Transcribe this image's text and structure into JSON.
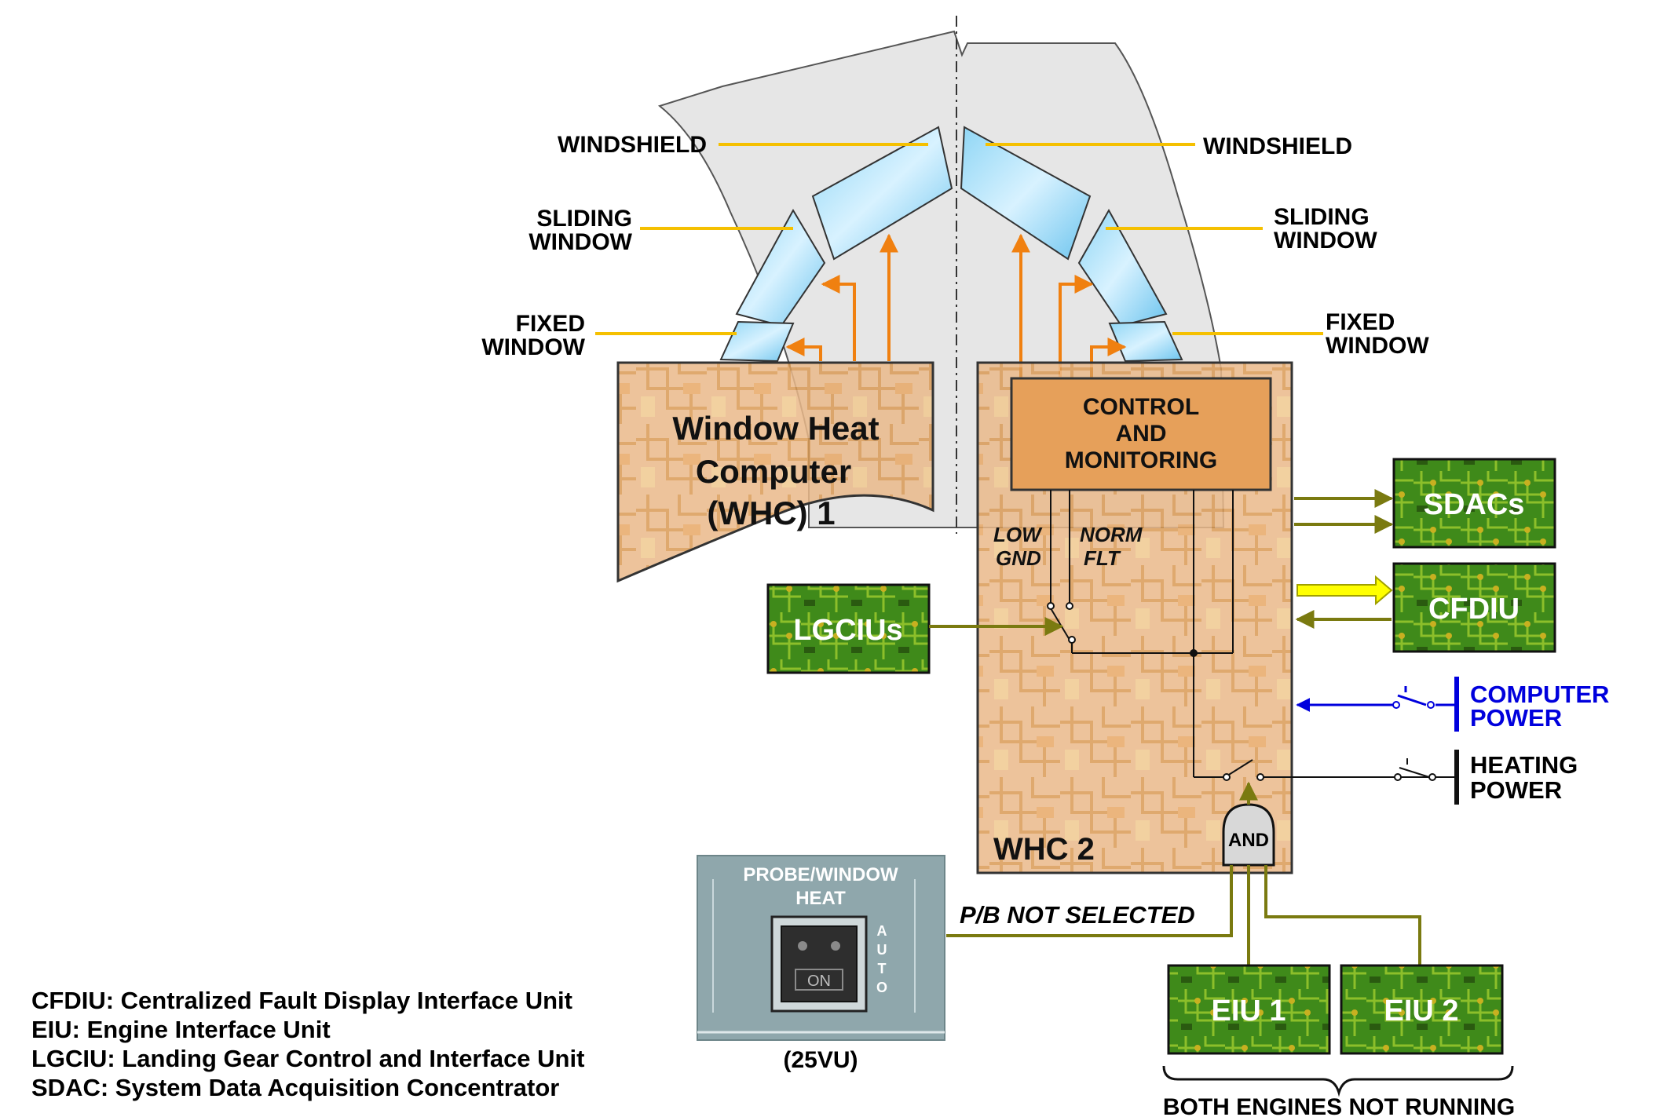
{
  "window_labels": {
    "windshield_left": "WINDSHIELD",
    "windshield_right": "WINDSHIELD",
    "sliding_left": [
      "SLIDING",
      "WINDOW"
    ],
    "sliding_right": [
      "SLIDING",
      "WINDOW"
    ],
    "fixed_left": [
      "FIXED",
      "WINDOW"
    ],
    "fixed_right": [
      "FIXED",
      "WINDOW"
    ]
  },
  "whc1": {
    "title": [
      "Window Heat",
      "Computer",
      "(WHC) 1"
    ]
  },
  "whc2": {
    "title": "WHC 2",
    "control_block": [
      "CONTROL",
      "AND",
      "MONITORING"
    ],
    "switch_labels": {
      "low": "LOW",
      "gnd": "GND",
      "norm": "NORM",
      "flt": "FLT"
    }
  },
  "modules": {
    "sdacs": "SDACs",
    "cfdiu": "CFDIU",
    "lgcius": "LGCIUs",
    "eiu1": "EIU 1",
    "eiu2": "EIU 2"
  },
  "power": {
    "computer": [
      "COMPUTER",
      "POWER"
    ],
    "heating": [
      "HEATING",
      "POWER"
    ]
  },
  "and_gate": "AND",
  "panel": {
    "title": [
      "PROBE/WINDOW",
      "HEAT"
    ],
    "button": "ON",
    "auto": [
      "A",
      "U",
      "T",
      "O"
    ],
    "caption": "(25VU)"
  },
  "pb_not_selected": "P/B  NOT SELECTED",
  "engines_not_running": "BOTH ENGINES NOT RUNNING",
  "legend": [
    "CFDIU: Centralized Fault Display Interface Unit",
    "EIU: Engine Interface Unit",
    "LGCIU: Landing Gear Control and Interface Unit",
    "SDAC: System Data Acquisition Concentrator"
  ],
  "colors": {
    "leader_line": "#f5c000",
    "heat_arrow": "#f08010",
    "signal_line": "#7a7a10",
    "cfdiu_arrow": "#ffff00",
    "computer_power": "#0000dd",
    "module_green": "#3f8a1a",
    "computer_tan": "#e8b27a",
    "control_block": "#e6a05a",
    "panel_gray": "#8fa7ac"
  }
}
